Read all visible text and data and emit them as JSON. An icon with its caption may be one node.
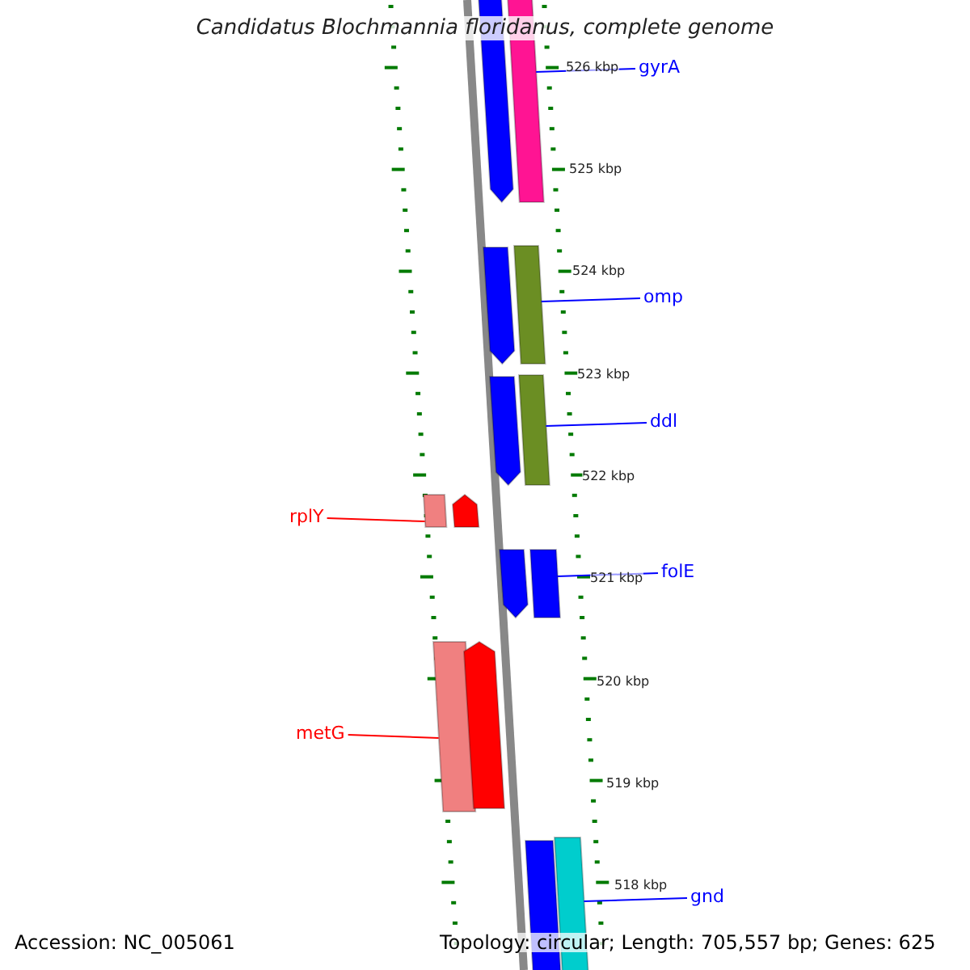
{
  "diagram": {
    "title": "Candidatus Blochmannia floridanus, complete genome",
    "nodes": [
      {
        "text": [
          "gyrA"
        ]
      },
      {
        "text": [],
        "shape": "bar"
      },
      {
        "text": [
          "omp"
        ]
      },
      {
        "text": [],
        "shape": "bar"
      },
      {
        "text": [
          "ddl"
        ]
      },
      {
        "text": [],
        "shape": "bar"
      },
      {
        "text": [
          "rplY"
        ]
      },
      {
        "text": [],
        "shape": "bar"
      },
      {
        "text": [
          "folE"
        ]
      },
      {
        "text": [],
        "shape": "bar"
      },
      {
        "text": [
          "metG"
        ]
      },
      {
        "text": [],
        "shape": "bar"
      },
      {
        "text": [
          "gnd"
        ]
      },
      {
        "text": [],
        "shape": "bar"
      },
      {
        "text": [],
        "shape": "bar"
      },
      {
        "text": [],
        "shape": "bar"
      },
      {
        "text": [],
        "shape": "bar"
      },
      {
        "text": [],
        "shape": "bar"
      },
      {
        "text": [],
        "shape": "bar"
      },
      {
        "text": [],
        "shape": "bar"
      },
      {
        "text": [],
        "shape": "bar"
      }
    ],
    "edges": [
      {
        "from": 0,
        "to": 1,
        "arrow": "none"
      },
      {
        "from": 2,
        "to": 3,
        "arrow": "none"
      },
      {
        "from": 4,
        "to": 5,
        "arrow": "none"
      },
      {
        "from": 6,
        "to": 7,
        "arrow": "none",
        "color": "#ff0000"
      },
      {
        "from": 8,
        "to": 9,
        "arrow": "none"
      },
      {
        "from": 10,
        "to": 11,
        "arrow": "none",
        "color": "#ff0000"
      },
      {
        "from": 12,
        "to": 13,
        "arrow": "none"
      }
    ],
    "labels": [
      "526 kbp",
      "525 kbp",
      "524 kbp",
      "523 kbp",
      "522 kbp",
      "521 kbp",
      "520 kbp",
      "519 kbp",
      "518 kbp",
      "Accession: NC_005061",
      "Topology: circular; Length: 705,557 bp; Genes: 625"
    ]
  }
}
